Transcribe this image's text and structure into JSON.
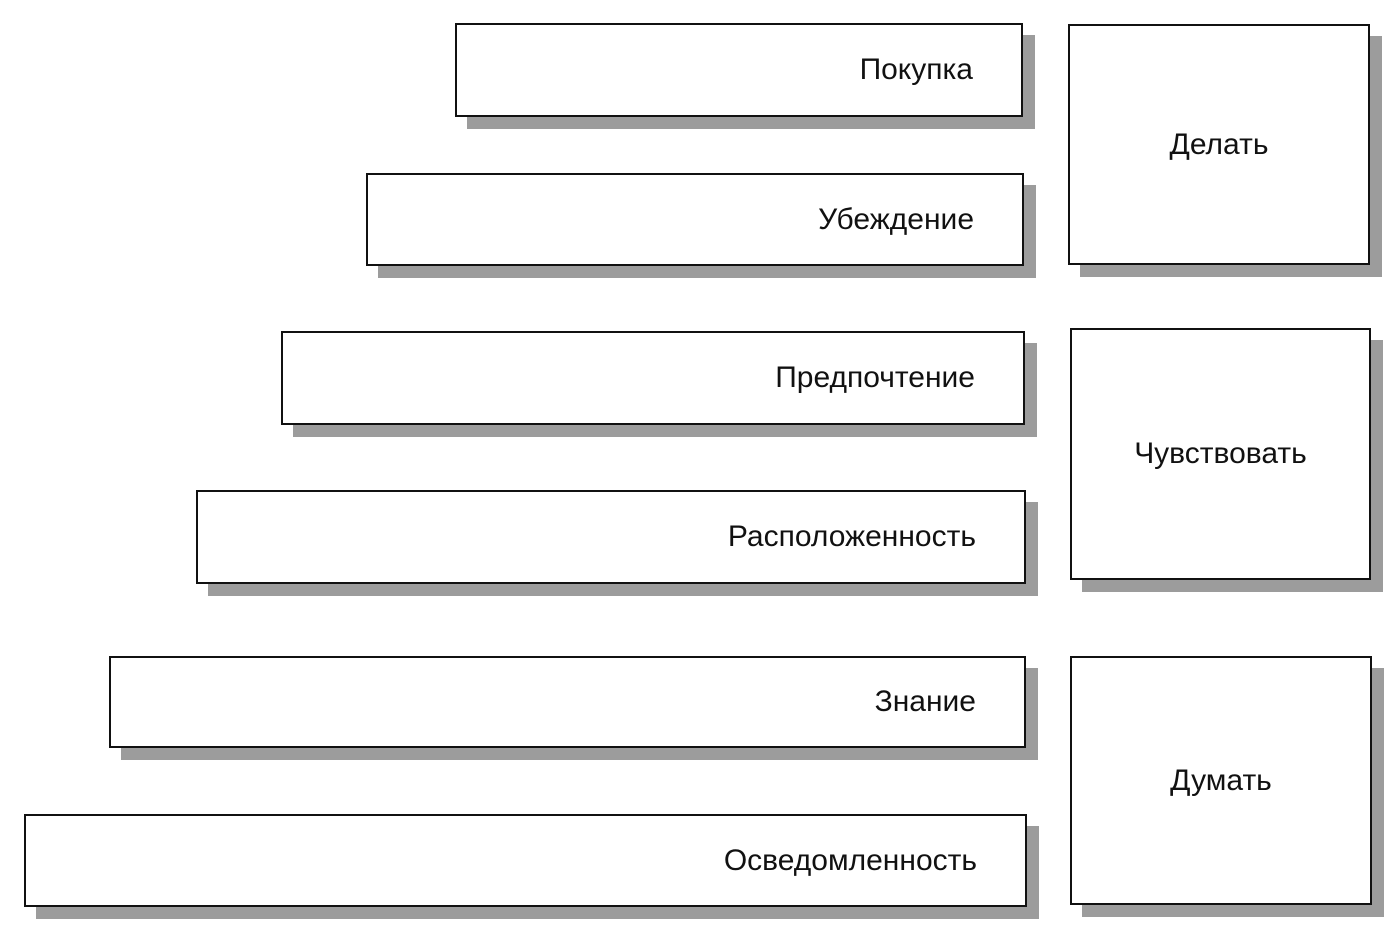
{
  "stages": [
    {
      "label": "Покупка"
    },
    {
      "label": "Убеждение"
    },
    {
      "label": "Предпочтение"
    },
    {
      "label": "Расположенность"
    },
    {
      "label": "Знание"
    },
    {
      "label": "Осведомленность"
    }
  ],
  "groups": [
    {
      "label": "Делать"
    },
    {
      "label": "Чувствовать"
    },
    {
      "label": "Думать"
    }
  ]
}
